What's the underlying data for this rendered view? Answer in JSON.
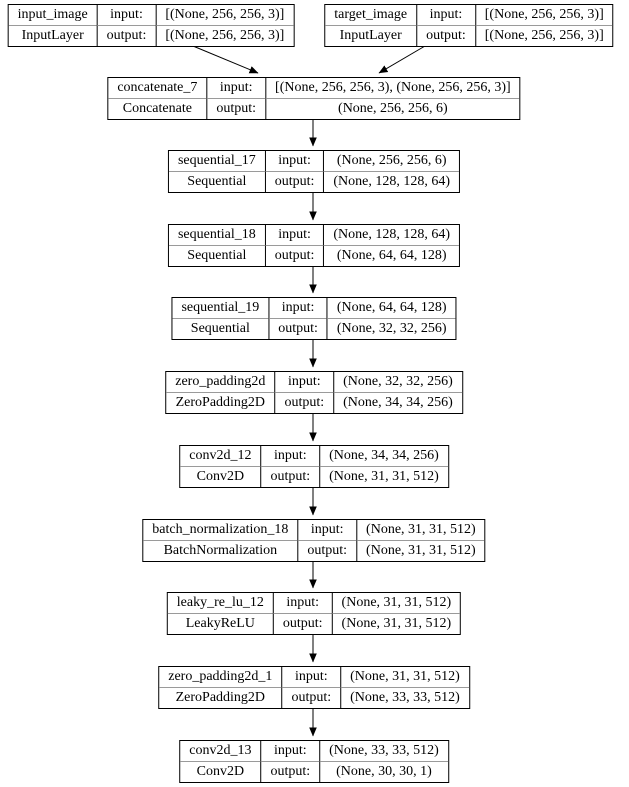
{
  "labels": {
    "input": "input:",
    "output": "output:"
  },
  "nodes": [
    {
      "name": "input_image",
      "type": "InputLayer",
      "input_shape": "[(None, 256, 256, 3)]",
      "output_shape": "[(None, 256, 256, 3)]"
    },
    {
      "name": "target_image",
      "type": "InputLayer",
      "input_shape": "[(None, 256, 256, 3)]",
      "output_shape": "[(None, 256, 256, 3)]"
    },
    {
      "name": "concatenate_7",
      "type": "Concatenate",
      "input_shape": "[(None, 256, 256, 3), (None, 256, 256, 3)]",
      "output_shape": "(None, 256, 256, 6)"
    },
    {
      "name": "sequential_17",
      "type": "Sequential",
      "input_shape": "(None, 256, 256, 6)",
      "output_shape": "(None, 128, 128, 64)"
    },
    {
      "name": "sequential_18",
      "type": "Sequential",
      "input_shape": "(None, 128, 128, 64)",
      "output_shape": "(None, 64, 64, 128)"
    },
    {
      "name": "sequential_19",
      "type": "Sequential",
      "input_shape": "(None, 64, 64, 128)",
      "output_shape": "(None, 32, 32, 256)"
    },
    {
      "name": "zero_padding2d",
      "type": "ZeroPadding2D",
      "input_shape": "(None, 32, 32, 256)",
      "output_shape": "(None, 34, 34, 256)"
    },
    {
      "name": "conv2d_12",
      "type": "Conv2D",
      "input_shape": "(None, 34, 34, 256)",
      "output_shape": "(None, 31, 31, 512)"
    },
    {
      "name": "batch_normalization_18",
      "type": "BatchNormalization",
      "input_shape": "(None, 31, 31, 512)",
      "output_shape": "(None, 31, 31, 512)"
    },
    {
      "name": "leaky_re_lu_12",
      "type": "LeakyReLU",
      "input_shape": "(None, 31, 31, 512)",
      "output_shape": "(None, 31, 31, 512)"
    },
    {
      "name": "zero_padding2d_1",
      "type": "ZeroPadding2D",
      "input_shape": "(None, 31, 31, 512)",
      "output_shape": "(None, 33, 33, 512)"
    },
    {
      "name": "conv2d_13",
      "type": "Conv2D",
      "input_shape": "(None, 33, 33, 512)",
      "output_shape": "(None, 30, 30, 1)"
    }
  ],
  "colors": {
    "node_border": "#000000",
    "node_background": "#ffffff",
    "row_divider": "#9a9a9a",
    "edge": "#000000",
    "text": "#000000"
  }
}
